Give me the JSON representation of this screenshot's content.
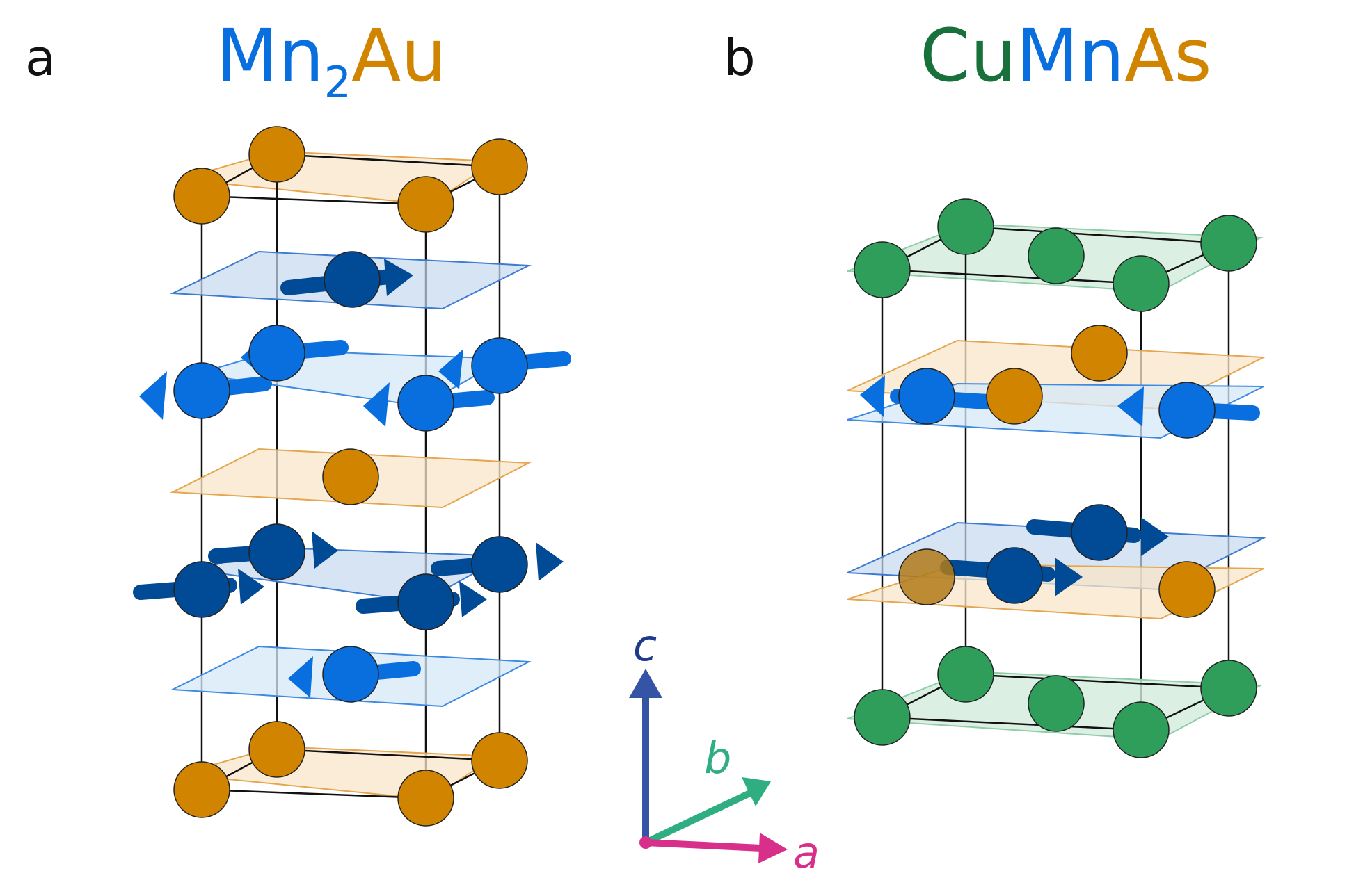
{
  "colors": {
    "au": "#D08400",
    "mn_light": "#0A6FDE",
    "mn_dark": "#004A96",
    "cu": "#2E9E5A",
    "as": "#D08400",
    "axis_c": "#3554A5",
    "axis_b": "#2FAE82",
    "axis_a": "#D8308A",
    "title_mn": "#0A6FDE",
    "title_au": "#D08400",
    "title_cu": "#18703A",
    "title_as": "#D08400"
  },
  "panel_a": {
    "letter": "a",
    "title_parts": {
      "mn": "Mn",
      "sub": "2",
      "au": "Au"
    }
  },
  "panel_b": {
    "letter": "b",
    "title_parts": {
      "cu": "Cu",
      "mn": "Mn",
      "as": "As"
    }
  },
  "axes": {
    "c": "c",
    "b": "b",
    "a": "a"
  }
}
